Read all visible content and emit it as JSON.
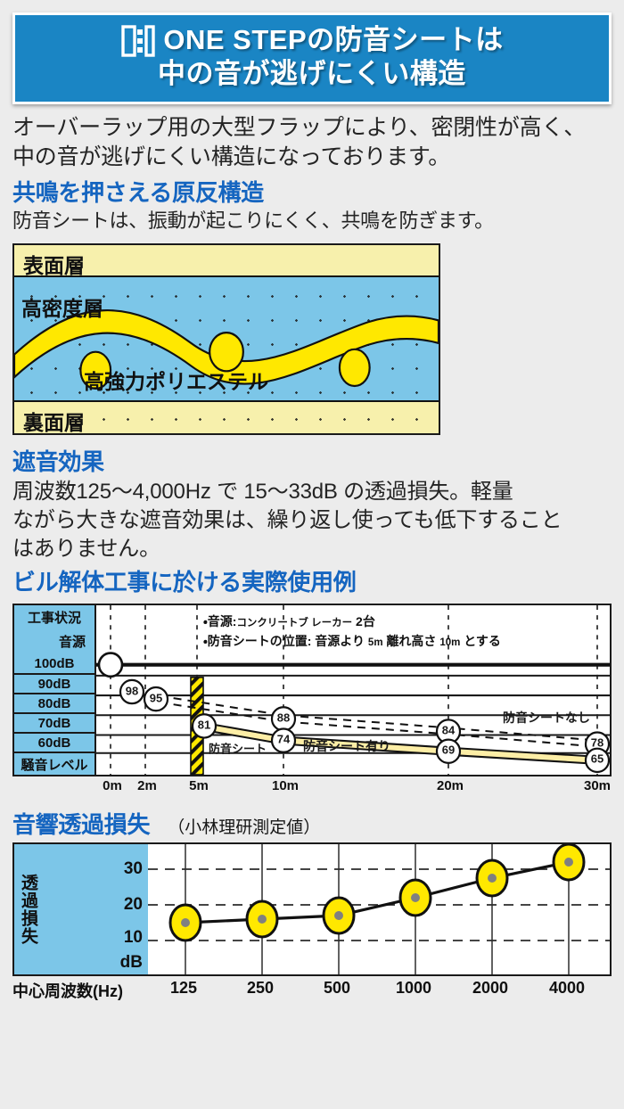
{
  "header": {
    "logo_icon": "building-grid-icon",
    "line1": "ONE STEPの防音シートは",
    "line2": "中の音が逃げにくい構造",
    "bg_color": "#1a85c4"
  },
  "intro": {
    "line1": "オーバーラップ用の大型フラップにより、密閉性が高く、",
    "line2": "中の音が逃げにくい構造になっております。"
  },
  "section_resonance": {
    "heading": "共鳴を押さえる原反構造",
    "text": "防音シートは、振動が起こりにくく、共鳴を防ぎます。",
    "heading_color": "#1565c0"
  },
  "cross_section": {
    "top_layer": "表面層",
    "mid_layer": "高密度層",
    "core_layer": "高強力ポリエステル",
    "bottom_layer": "裏面層",
    "colors": {
      "face": "#f7f0ac",
      "dense": "#7cc6e8",
      "polyester": "#ffe800"
    }
  },
  "section_insulation": {
    "heading": "遮音効果",
    "line1": "周波数125〜4,000Hz で 15〜33dB の透過損失。軽量",
    "line2": "ながら大きな遮音効果は、繰り返し使っても低下すること",
    "line3": "はありません。"
  },
  "section_usecase": {
    "heading": "ビル解体工事に於ける実際使用例"
  },
  "chart_data": [
    {
      "type": "line",
      "title": "ビル解体工事に於ける実際使用例",
      "xlabel": "",
      "ylabel": "騒音レベル",
      "row_labels": [
        "工事状況",
        "音源",
        "100dB",
        "90dB",
        "80dB",
        "70dB",
        "60dB",
        "騒音レベル"
      ],
      "notes": [
        "・音源: コンクリートブレーカー  2台",
        "・防音シートの位置: 音源より  5m  離れ高さ  10m  とする"
      ],
      "note_parts": {
        "n1_a": "・音源:",
        "n1_b": "コンクリートブ レーカー",
        "n1_c": "2台",
        "n2_a": "・防音シートの位置: 音源より",
        "n2_b": "5m",
        "n2_c": "離れ高さ",
        "n2_d": "10m",
        "n2_e": "とする"
      },
      "x": [
        0,
        2,
        5,
        10,
        20,
        30
      ],
      "xtick_labels": [
        "0m",
        "2m",
        "5m",
        "10m",
        "20m",
        "30m"
      ],
      "ylim": [
        55,
        105
      ],
      "grid": true,
      "sheet_marker": {
        "position_m": 5,
        "label": "防音シート",
        "style": "hatched-yellow"
      },
      "source_marker": {
        "position_m": 0,
        "level_db": 102,
        "style": "open-circle"
      },
      "series": [
        {
          "name": "防音シートなし",
          "label": "防音シートなし",
          "style": "dashed",
          "x": [
            2,
            5,
            10,
            20,
            30
          ],
          "values": [
            98,
            95,
            88,
            84,
            78
          ],
          "point_labels": [
            "98",
            "95",
            "88",
            "84",
            "78"
          ]
        },
        {
          "name": "防音シート有り",
          "label": "防音シート有り",
          "style": "solid-yellow-band",
          "x": [
            5,
            10,
            20,
            30
          ],
          "values": [
            81,
            74,
            69,
            65
          ],
          "point_labels": [
            "81",
            "74",
            "69",
            "65"
          ]
        }
      ]
    },
    {
      "type": "line",
      "title": "音響透過損失",
      "subtitle": "（小林理研測定値）",
      "ylabel_vertical": "透過損失",
      "yunit": "dB",
      "xlabel": "中心周波数(Hz)",
      "categories": [
        "125",
        "250",
        "500",
        "1000",
        "2000",
        "4000"
      ],
      "values": [
        15,
        16,
        17,
        22,
        28,
        33
      ],
      "ytick_labels": [
        "30",
        "20",
        "10"
      ],
      "yticks": [
        30,
        20,
        10
      ],
      "ylim": [
        5,
        37
      ],
      "grid": true,
      "marker_color": "#ffe800"
    }
  ]
}
